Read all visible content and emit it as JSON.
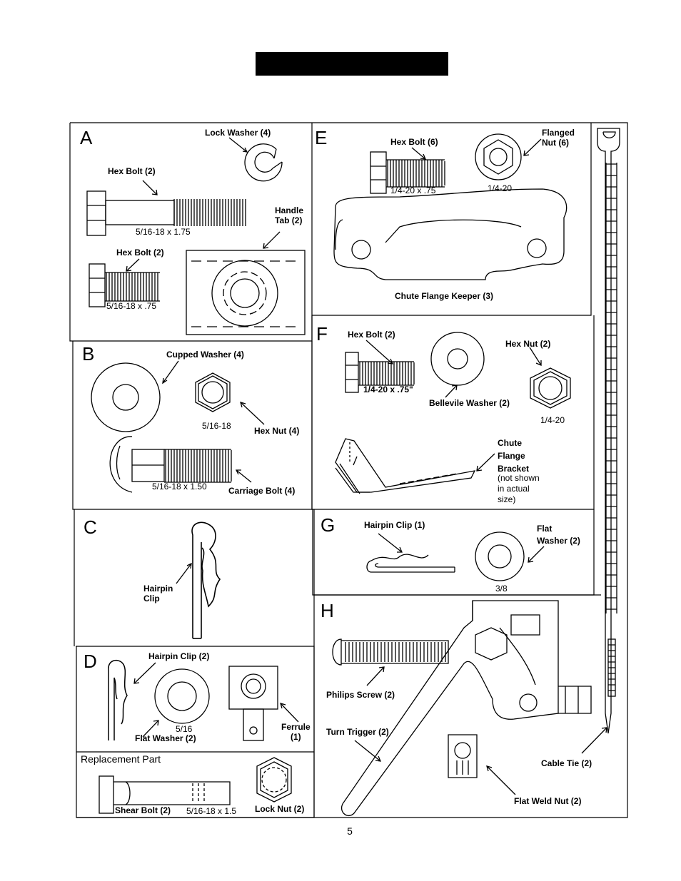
{
  "page_number": "5",
  "panels": {
    "A": {
      "letter": "A",
      "lock_washer": "Lock Washer  (4)",
      "hex_bolt_1": "Hex Bolt  (2)",
      "size_1": "5/16-18 x 1.75",
      "handle_tab": "Handle\nTab (2)",
      "hex_bolt_2": "Hex Bolt  (2)",
      "size_2": "5/16-18 x .75"
    },
    "B": {
      "letter": "B",
      "cupped_washer": "Cupped Washer  (4)",
      "nut_size": "5/16-18",
      "hex_nut": "Hex Nut  (4)",
      "bolt_size": "5/16-18 x 1.50",
      "carriage_bolt": "Carriage Bolt  (4)"
    },
    "C": {
      "letter": "C",
      "hairpin": "Hairpin\nClip"
    },
    "D": {
      "letter": "D",
      "hairpin": "Hairpin Clip (2)",
      "washer_size": "5/16",
      "flat_washer": "Flat Washer (2)",
      "ferrule": "Ferrule\n(1)"
    },
    "replacement": {
      "title": "Replacement Part",
      "shear_bolt": "Shear Bolt  (2)",
      "shear_size": "5/16-18 x 1.5",
      "lock_nut": "Lock Nut (2)"
    },
    "E": {
      "letter": "E",
      "hex_bolt": "Hex Bolt  (6)",
      "bolt_size": "1/4-20 x .75",
      "flanged_nut": "Flanged\nNut  (6)",
      "nut_size": "1/4-20",
      "keeper": "Chute Flange Keeper  (3)"
    },
    "F": {
      "letter": "F",
      "hex_bolt": "Hex Bolt  (2)",
      "bolt_size": "1/4-20 x .75\"",
      "belleville": "Bellevile Washer  (2)",
      "hex_nut": "Hex Nut  (2)",
      "nut_size": "1/4-20",
      "bracket": "Chute\nFlange\nBracket",
      "bracket_note": "(not shown\nin actual\nsize)"
    },
    "G": {
      "letter": "G",
      "hairpin": "Hairpin Clip (1)",
      "flat_washer": "Flat\nWasher (2)",
      "washer_size": "3/8"
    },
    "H": {
      "letter": "H",
      "philips": "Philips Screw (2)",
      "turn_trigger": "Turn Trigger (2)",
      "flat_weld_nut": "Flat Weld Nut (2)",
      "cable_tie": "Cable Tie (2)"
    }
  }
}
